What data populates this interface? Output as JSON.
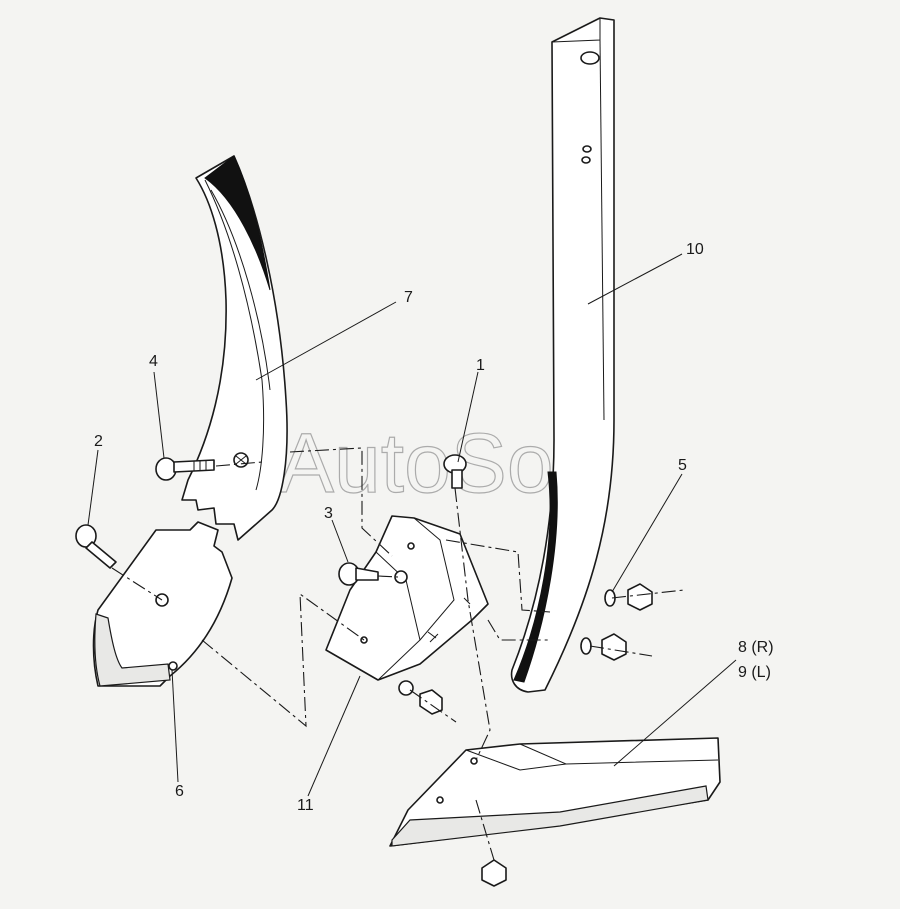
{
  "watermark": "AutoSoft",
  "callouts": [
    {
      "id": "c1",
      "text": "1",
      "part": "carriage bolt"
    },
    {
      "id": "c2",
      "text": "2",
      "part": "carriage bolt"
    },
    {
      "id": "c3",
      "text": "3",
      "part": "carriage bolt"
    },
    {
      "id": "c4",
      "text": "4",
      "part": "carriage bolt"
    },
    {
      "id": "c5",
      "text": "5",
      "part": "washer and nut"
    },
    {
      "id": "c6",
      "text": "6",
      "part": "point"
    },
    {
      "id": "c7",
      "text": "7",
      "part": "moldboard"
    },
    {
      "id": "c8",
      "text": "8 (R)",
      "part": "share right"
    },
    {
      "id": "c9",
      "text": "9 (L)",
      "part": "share left"
    },
    {
      "id": "c10",
      "text": "10",
      "part": "shank"
    },
    {
      "id": "c11",
      "text": "11",
      "part": "frog"
    }
  ]
}
